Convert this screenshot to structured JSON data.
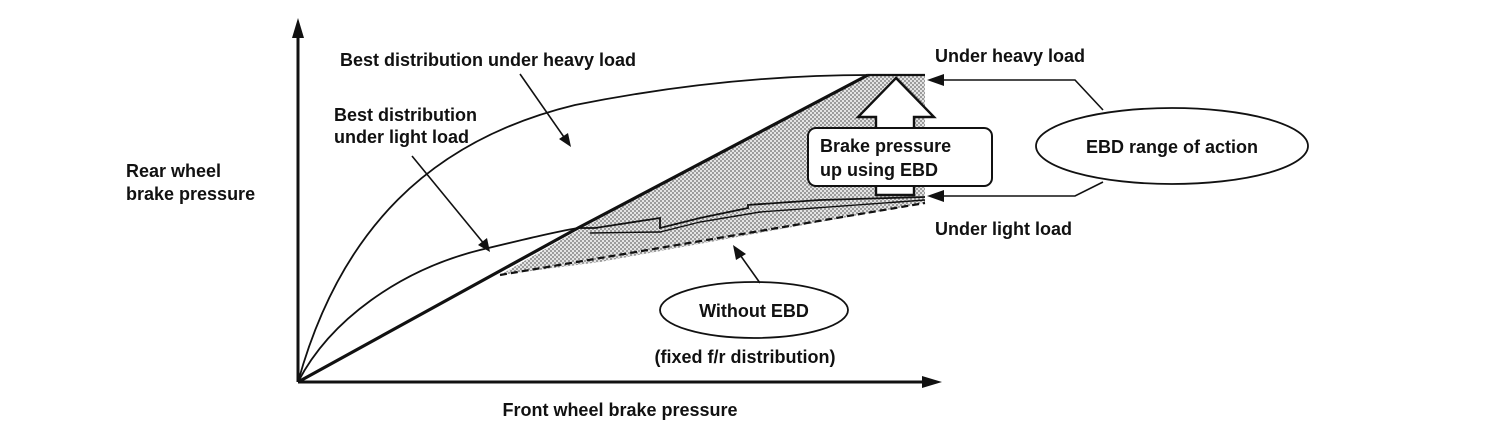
{
  "axes": {
    "y_label_line1": "Rear wheel",
    "y_label_line2": "brake pressure",
    "x_label": "Front wheel brake pressure"
  },
  "labels": {
    "best_heavy": "Best distribution under heavy load",
    "best_light_line1": "Best distribution",
    "best_light_line2": "under light load",
    "under_heavy": "Under heavy load",
    "under_light": "Under light load",
    "ebd_range": "EBD range of action",
    "brake_up_line1": "Brake pressure",
    "brake_up_line2": "up using EBD",
    "without_ebd": "Without EBD",
    "fixed_dist": "(fixed f/r distribution)"
  },
  "colors": {
    "ink": "#111111",
    "shade": "#b8b8b8",
    "background": "#ffffff"
  }
}
